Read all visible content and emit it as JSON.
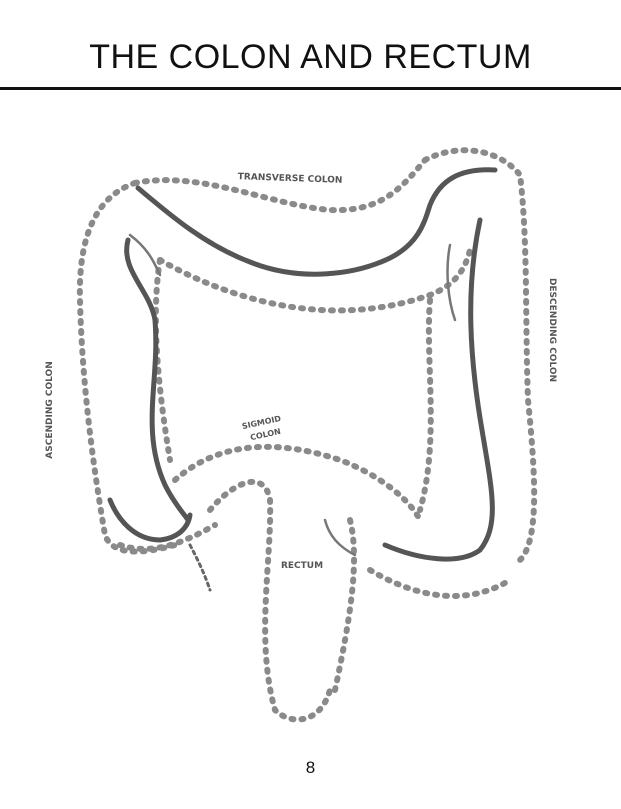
{
  "page": {
    "title": "THE COLON AND RECTUM",
    "page_number": "8"
  },
  "illustration": {
    "labels": {
      "transverse": "TRANSVERSE COLON",
      "ascending": "ASCENDING COLON",
      "descending": "DESCENDING COLON",
      "sigmoid_line1": "SIGMOID",
      "sigmoid_line2": "COLON",
      "rectum": "RECTUM"
    },
    "colors": {
      "outline": "#555555",
      "dashes": "#8a8a8a"
    }
  }
}
